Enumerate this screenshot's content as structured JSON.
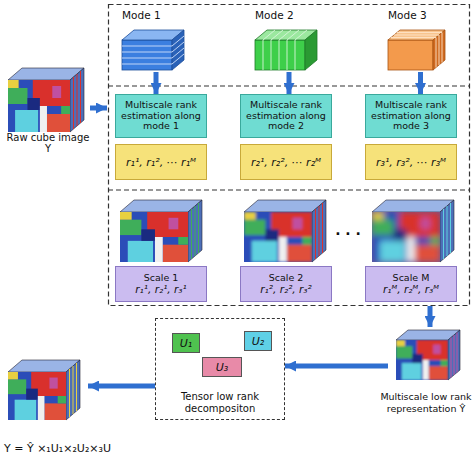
{
  "diagram": {
    "nodes": [
      {
        "text": [
          "Raw cube image Y"
        ]
      },
      {
        "text": [
          "Mode 1"
        ]
      },
      {
        "text": [
          "Mode 2"
        ]
      },
      {
        "text": [
          "Mode 3"
        ]
      },
      {
        "text": [
          "Multiscale rank estimation along mode 1"
        ]
      },
      {
        "text": [
          "Multiscale rank estimation along mode 2"
        ]
      },
      {
        "text": [
          "Multiscale rank estimation along mode 3"
        ]
      },
      {
        "text": [
          "r₁¹, r₁², ⋯ r₁ᴹ"
        ]
      },
      {
        "text": [
          "r₂¹, r₂², ⋯ r₂ᴹ"
        ]
      },
      {
        "text": [
          "r₃¹, r₃², ⋯ r₃ᴹ"
        ]
      },
      {
        "text": [
          "Scale 1",
          "r₁¹, r₂¹, r₃¹"
        ]
      },
      {
        "text": [
          "Scale 2",
          "r₁², r₂², r₃²"
        ]
      },
      {
        "text": [
          "Scale M",
          "r₁ᴹ, r₂ᴹ, r₃ᴹ"
        ]
      },
      {
        "text": [
          "Multiscale low rank representation Ŷ"
        ]
      },
      {
        "text": [
          "Tensor low rank decompositon"
        ]
      },
      {
        "text": [
          "U₁"
        ],
        "in": 14
      },
      {
        "text": [
          "U₂"
        ],
        "in": 14
      },
      {
        "text": [
          "U₃"
        ],
        "in": 14
      },
      {
        "text": [
          "Y = Ŷ ×₁U₁×₂U₂×₃U"
        ]
      }
    ],
    "edges": [
      {
        "from": 1,
        "to": 4,
        "arrow": "to"
      },
      {
        "from": 2,
        "to": 5,
        "arrow": "to"
      },
      {
        "from": 3,
        "to": 6,
        "arrow": "to"
      },
      {
        "from": 13,
        "to": 14,
        "arrow": "to"
      },
      {
        "from": 14,
        "to": 18,
        "arrow": "to"
      }
    ],
    "labels": [
      "· · ·"
    ]
  }
}
